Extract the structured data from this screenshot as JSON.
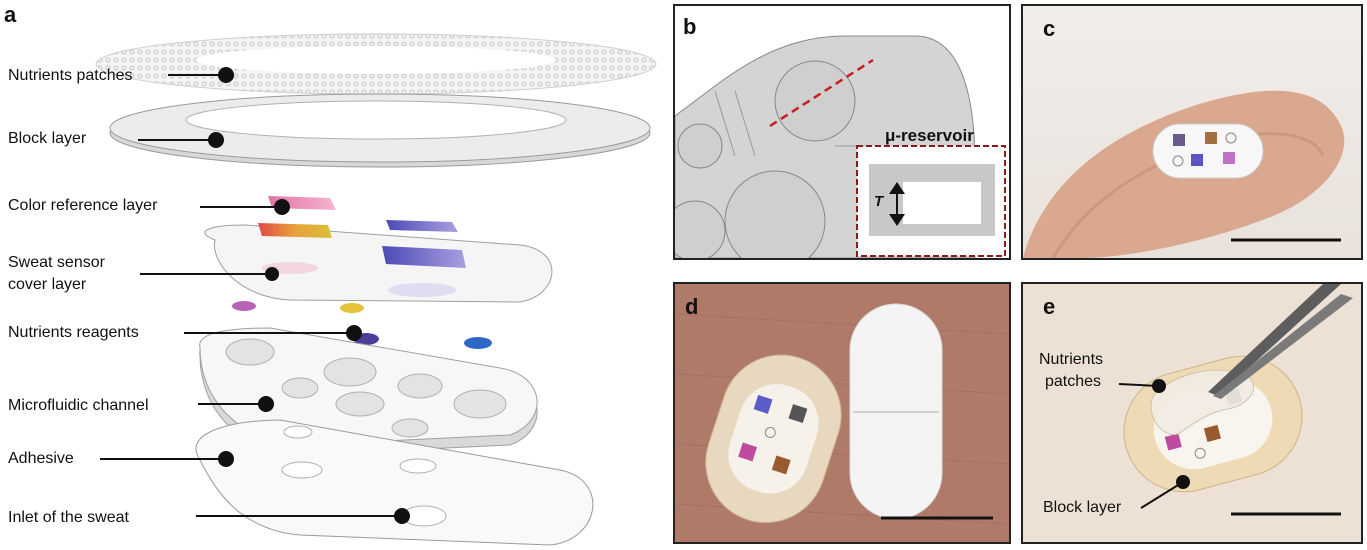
{
  "panels": {
    "a": "a",
    "b": "b",
    "c": "c",
    "d": "d",
    "e": "e"
  },
  "layers": [
    "Nutrients patches",
    "Block layer",
    "Color reference layer",
    "Sweat sensor",
    "cover layer",
    "Nutrients reagents",
    "Microfluidic channel",
    "Adhesive",
    "Inlet of the sweat"
  ],
  "panel_b": {
    "inset_title": "μ-reservoir",
    "thickness_symbol": "T"
  },
  "panel_e": {
    "patch_label_1": "Nutrients",
    "patch_label_2": "patches",
    "block_label": "Block layer"
  },
  "colors": {
    "pink": "#d97aa8",
    "purple": "#6b5cc0",
    "gold": "#d7a52a",
    "blue": "#3c6fcf",
    "dashed_red": "#b22222"
  }
}
